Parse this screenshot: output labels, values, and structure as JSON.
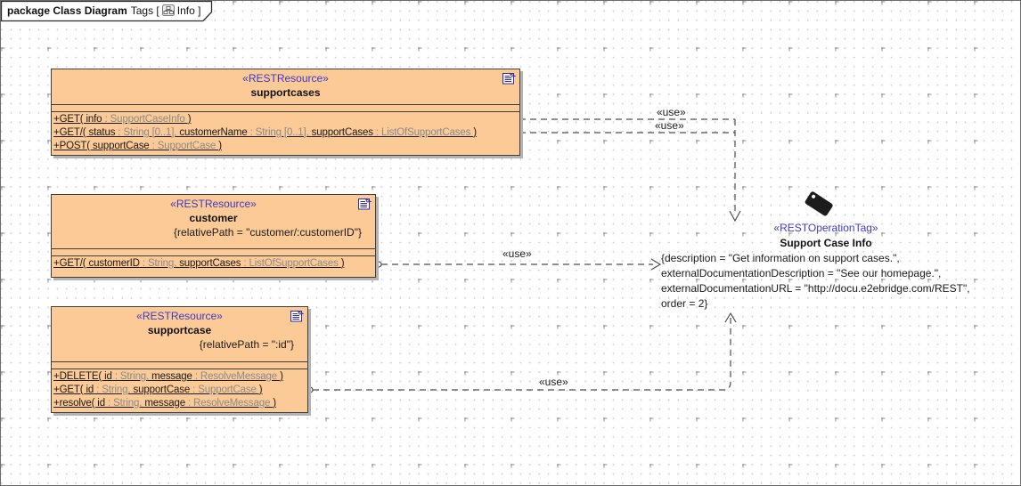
{
  "colors": {
    "class_fill": "#fcca96",
    "class_border": "#3f3f3f",
    "stereotype_blue": "#3a3ac8",
    "muted_text": "#8a8a8a",
    "connector": "#4d4d4d"
  },
  "tab": {
    "bold_text": "package Class Diagram",
    "plain_text": "Tags [",
    "icon": "class-diagram-icon",
    "diagram_text": "Info ]"
  },
  "classes": [
    {
      "stereotype": "«RESTResource»",
      "name": "supportcases",
      "tagged_value": "",
      "operations": [
        [
          {
            "t": "+GET( info",
            "m": false
          },
          {
            "t": " : SupportCaseInfo ",
            "m": true
          },
          {
            "t": ")",
            "m": false
          }
        ],
        [
          {
            "t": "+GET/( status",
            "m": false
          },
          {
            "t": " : String [0..1], ",
            "m": true
          },
          {
            "t": "customerName",
            "m": false
          },
          {
            "t": " : String [0..1], ",
            "m": true
          },
          {
            "t": "supportCases",
            "m": false
          },
          {
            "t": " : ListOfSupportCases ",
            "m": true
          },
          {
            "t": ")",
            "m": false
          }
        ],
        [
          {
            "t": "+POST( supportCase",
            "m": false
          },
          {
            "t": " : SupportCase ",
            "m": true
          },
          {
            "t": ")",
            "m": false
          }
        ]
      ]
    },
    {
      "stereotype": "«RESTResource»",
      "name": "customer",
      "tagged_value": "{relativePath = \"customer/:customerID\"}",
      "operations": [
        [
          {
            "t": "+GET/( customerID",
            "m": false
          },
          {
            "t": " : String, ",
            "m": true
          },
          {
            "t": "supportCases",
            "m": false
          },
          {
            "t": " : ListOfSupportCases ",
            "m": true
          },
          {
            "t": ")",
            "m": false
          }
        ]
      ]
    },
    {
      "stereotype": "«RESTResource»",
      "name": "supportcase",
      "tagged_value": "{relativePath = \":id\"}",
      "operations": [
        [
          {
            "t": "+DELETE( id",
            "m": false
          },
          {
            "t": " : String, ",
            "m": true
          },
          {
            "t": "message",
            "m": false
          },
          {
            "t": " : ResolveMessage ",
            "m": true
          },
          {
            "t": ")",
            "m": false
          }
        ],
        [
          {
            "t": "+GET( id",
            "m": false
          },
          {
            "t": " : String, ",
            "m": true
          },
          {
            "t": "supportCase",
            "m": false
          },
          {
            "t": " : SupportCase ",
            "m": true
          },
          {
            "t": ")",
            "m": false
          }
        ],
        [
          {
            "t": "+resolve( id",
            "m": false
          },
          {
            "t": " : String, ",
            "m": true
          },
          {
            "t": "message",
            "m": false
          },
          {
            "t": " : ResolveMessage ",
            "m": true
          },
          {
            "t": ")",
            "m": false
          }
        ]
      ]
    }
  ],
  "use_labels": [
    "«use»",
    "«use»",
    "«use»",
    "«use»"
  ],
  "tag": {
    "stereotype": "«RESTOperationTag»",
    "name": "Support Case Info",
    "values": [
      "{description = \"Get information on support cases.\",",
      "externalDocumentationDescription = \"See our homepage.\",",
      "externalDocumentationURL = \"http://docu.e2ebridge.com/REST\",",
      "order = 2}"
    ]
  }
}
